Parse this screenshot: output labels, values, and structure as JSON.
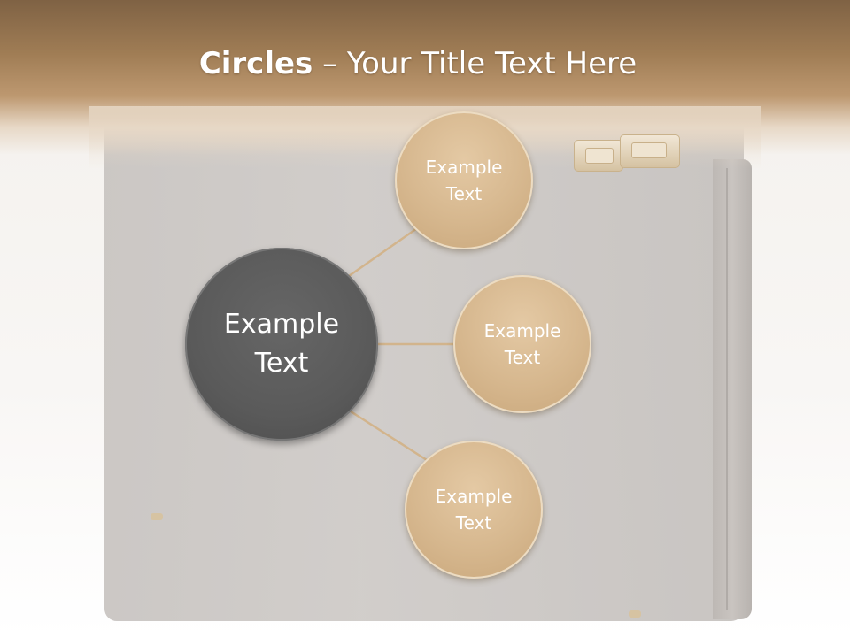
{
  "slide": {
    "title_bold": "Circles",
    "title_rest": " – Your Title Text Here"
  },
  "diagram": {
    "hub": {
      "label_line1": "Example",
      "label_line2": "Text"
    },
    "nodes": [
      {
        "label_line1": "Example",
        "label_line2": "Text"
      },
      {
        "label_line1": "Example",
        "label_line2": "Text"
      },
      {
        "label_line1": "Example",
        "label_line2": "Text"
      }
    ]
  },
  "colors": {
    "header_brown": "#a07d55",
    "hub_gray": "#5a5a5a",
    "node_tan": "#d6b78e",
    "connector": "#d2b48c"
  }
}
